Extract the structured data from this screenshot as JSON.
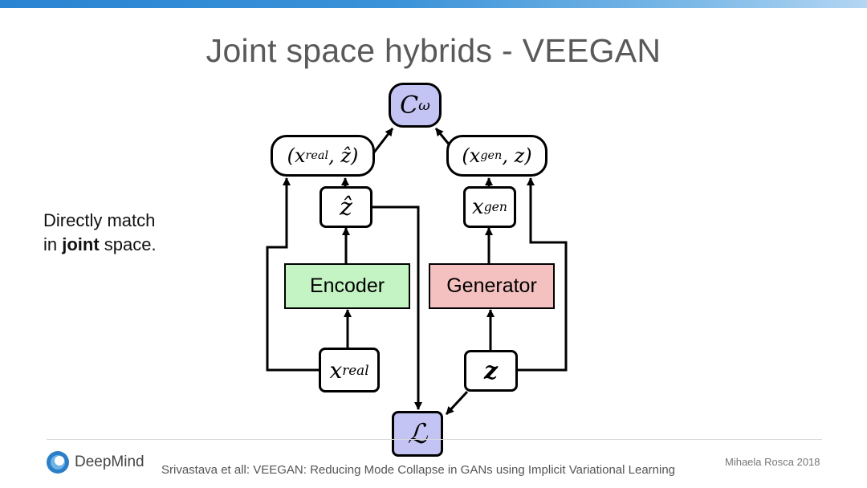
{
  "slide": {
    "title": "Joint space hybrids - VEEGAN",
    "side_text_line1": "Directly match",
    "side_text_prefix": "in ",
    "side_text_bold": "joint",
    "side_text_suffix": " space."
  },
  "diagram": {
    "critic": {
      "symbol": "C",
      "subscript": "ω"
    },
    "pair_real": {
      "text": "(x",
      "sub": "real",
      "tail": ", ẑ)"
    },
    "pair_gen": {
      "text": "(x",
      "sub": "gen",
      "tail": ", z)"
    },
    "z_hat": "ẑ",
    "x_gen": {
      "symbol": "x",
      "sub": "gen"
    },
    "encoder": "Encoder",
    "generator": "Generator",
    "x_real": {
      "symbol": "x",
      "sub": "real"
    },
    "z": "z",
    "loss": "ℒ",
    "colors": {
      "critic_fill": "#c4c4f4",
      "loss_fill": "#c4c4f4",
      "encoder_fill": "#c4f4c4",
      "generator_fill": "#f4c0c0"
    }
  },
  "footer": {
    "logo_text": "DeepMind",
    "logo_icon": "deepmind-logo-icon",
    "citation": "Srivastava et all: VEEGAN: Reducing Mode Collapse in GANs using Implicit Variational Learning",
    "author": "Mihaela Rosca 2018"
  }
}
